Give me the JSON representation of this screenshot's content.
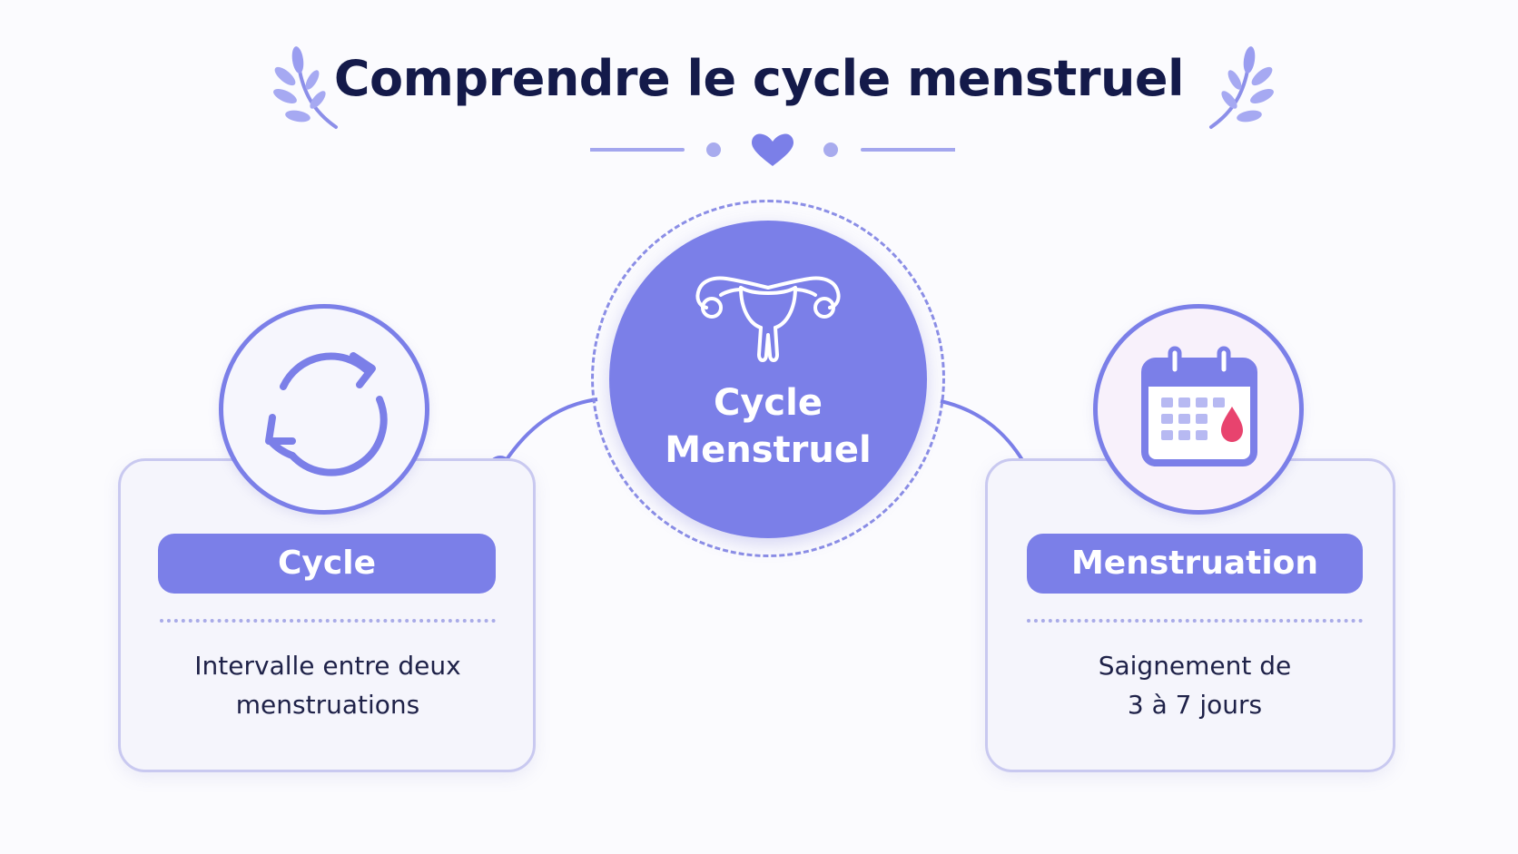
{
  "title": "Comprendre le cycle menstruel",
  "center": {
    "line1": "Cycle",
    "line2": "Menstruel",
    "icon": "uterus-icon"
  },
  "left_card": {
    "label": "Cycle",
    "description_line1": "Intervalle entre deux",
    "description_line2": "menstruations",
    "icon": "cycle-arrows-icon"
  },
  "right_card": {
    "label": "Menstruation",
    "description_line1": "Saignement de",
    "description_line2": "3 à 7 jours",
    "icon": "calendar-blood-drop-icon"
  },
  "colors": {
    "accent": "#7b7fe8",
    "title": "#141a4a",
    "card_border": "#c9c9f0",
    "drop": "#e8436e"
  }
}
